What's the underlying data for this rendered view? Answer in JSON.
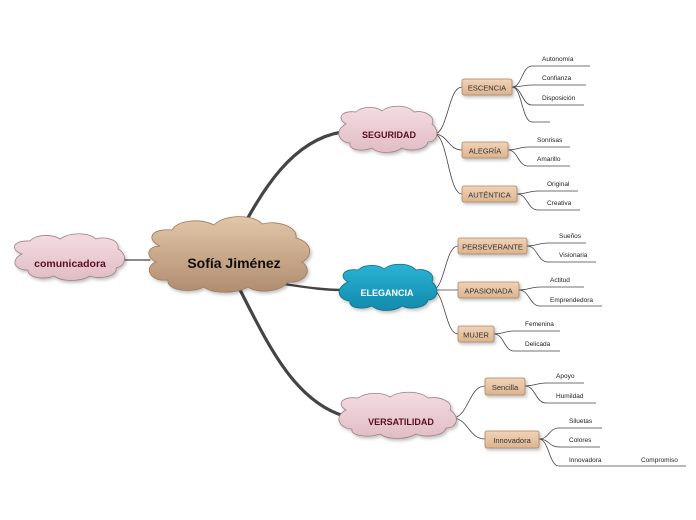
{
  "map": {
    "central": {
      "label": "Sofía Jiménez",
      "fill": "#c9a88a"
    },
    "side": {
      "label": "comunicadora",
      "fill": "#e9c9d0",
      "text_color": "#5a0d22"
    },
    "branches": [
      {
        "label": "SEGURIDAD",
        "fill": "#e9c9d0",
        "text_color": "#5a0d22",
        "children": [
          {
            "label": "ESCENCIA",
            "leaves": [
              "Autonomía",
              "Confianza",
              "Disposición",
              ""
            ]
          },
          {
            "label": "ALEGRÍA",
            "leaves": [
              "Sonrisas",
              "Amarillo"
            ]
          },
          {
            "label": "AUTÉNTICA",
            "leaves": [
              "Original",
              "Creativa"
            ]
          }
        ]
      },
      {
        "label": "ELEGANCIA",
        "fill": "#1ba0c2",
        "text_color": "#ffffff",
        "children": [
          {
            "label": "PERSEVERANTE",
            "leaves": [
              "Sueños",
              "Visionaria"
            ]
          },
          {
            "label": "APASIONADA",
            "leaves": [
              "Actitud",
              "Emprendedora"
            ]
          },
          {
            "label": "MUJER",
            "leaves": [
              "Femenina",
              "Delicada"
            ]
          }
        ]
      },
      {
        "label": "VERSATILIDAD",
        "fill": "#e9c9d0",
        "text_color": "#5a0d22",
        "children": [
          {
            "label": "Sencilla",
            "leaves": [
              "Apoyo",
              "Humildad"
            ]
          },
          {
            "label": "Innovadora",
            "leaves": [
              "Siluetas",
              "Colores",
              "Innovadora"
            ],
            "extra": "Compromiso"
          }
        ]
      }
    ],
    "colors": {
      "sub_topic_fill": "#e6c3a5",
      "sub_topic_border": "#b08462",
      "connector": "#444444"
    }
  }
}
